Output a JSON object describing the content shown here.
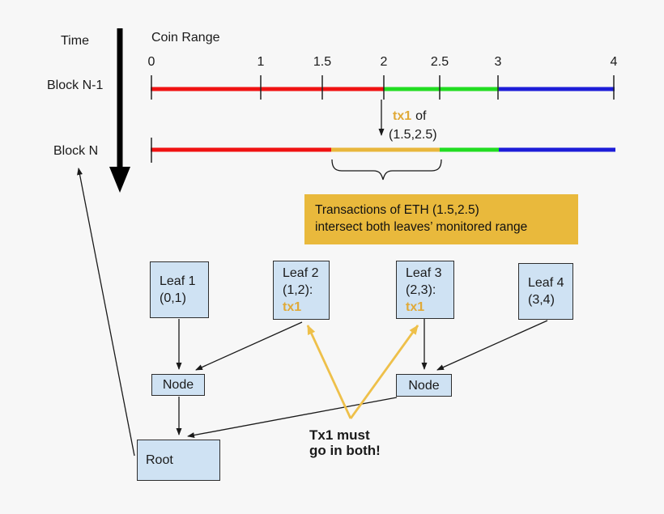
{
  "colors": {
    "background": "#f7f7f7",
    "segment_red": "#f01212",
    "segment_green": "#22dd22",
    "segment_blue": "#1d1dd8",
    "segment_gold": "#e8b73c",
    "callout_bg": "#e9b93c",
    "box_fill": "#cfe2f3",
    "tx1_text": "#e0a937",
    "ink": "#1a1a1a"
  },
  "header": {
    "time_label": "Time",
    "coin_range_label": "Coin Range"
  },
  "axis": {
    "tick_labels": [
      "0",
      "1",
      "1.5",
      "2",
      "2.5",
      "3",
      "4"
    ]
  },
  "blocks": {
    "block_n1_label": "Block N-1",
    "block_n_label": "Block N"
  },
  "annotation": {
    "tx_name": "tx1",
    "of_word": "of",
    "range": "(1.5,2.5)"
  },
  "callout": {
    "line1": "Transactions of ETH (1.5,2.5)",
    "line2": "intersect both leaves’ monitored range"
  },
  "tree": {
    "leaves": [
      {
        "title": "Leaf 1",
        "range": "(0,1)",
        "tx": ""
      },
      {
        "title": "Leaf 2",
        "range": "(1,2):",
        "tx": "tx1"
      },
      {
        "title": "Leaf 3",
        "range": "(2,3):",
        "tx": "tx1"
      },
      {
        "title": "Leaf 4",
        "range": "(3,4)",
        "tx": ""
      }
    ],
    "node1_label": "Node",
    "node2_label": "Node",
    "root_label": "Root"
  },
  "note": {
    "line1": "Tx1 must",
    "line2": "go in both!"
  }
}
